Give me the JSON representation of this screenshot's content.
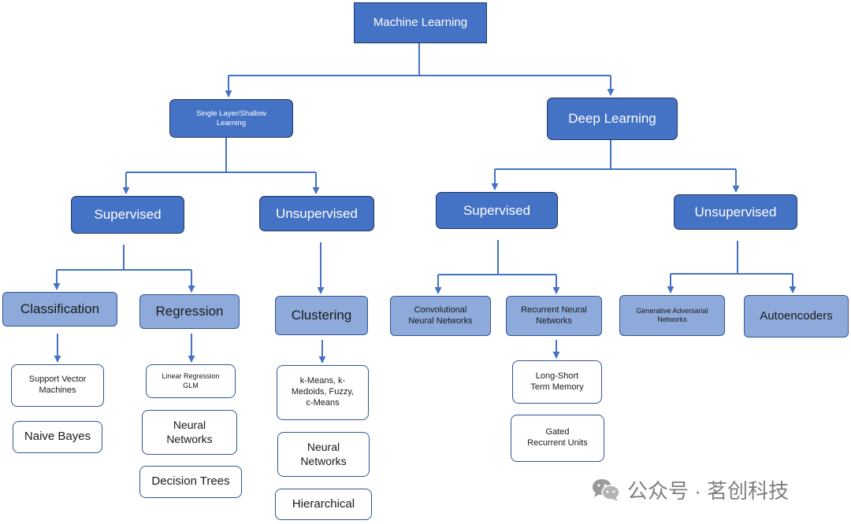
{
  "nodes": {
    "machine_learning": "Machine Learning",
    "shallow": "Single Layer/Shallow Learning",
    "deep": "Deep Learning",
    "shallow_supervised": "Supervised",
    "shallow_unsupervised": "Unsupervised",
    "deep_supervised": "Supervised",
    "deep_unsupervised": "Unsupervised",
    "classification": "Classification",
    "regression": "Regression",
    "clustering": "Clustering",
    "cnn": "Convolutional Neural Networks",
    "rnn": "Recurrent Neural Networks",
    "gan": "Generative Adversarial Networks",
    "autoencoders": "Autoencoders",
    "svm": "Support Vector Machines",
    "naive_bayes": "Naive Bayes",
    "linear_regression": "Linear Regression GLM",
    "neural_networks_reg": "Neural Networks",
    "decision_trees": "Decision Trees",
    "kmeans": "k-Means, k-Medoids, Fuzzy, c-Means",
    "neural_networks_clu": "Neural Networks",
    "hierarchical": "Hierarchical",
    "lstm": "Long-Short Term Memory",
    "gru": "Gated Recurrent Units"
  },
  "watermark": {
    "text": "公众号 · 茗创科技",
    "icon": "wechat-icon"
  },
  "colors": {
    "dark": "#4472c4",
    "mid": "#8eaadb",
    "line": "#4472c4",
    "border": "#2f5597"
  }
}
